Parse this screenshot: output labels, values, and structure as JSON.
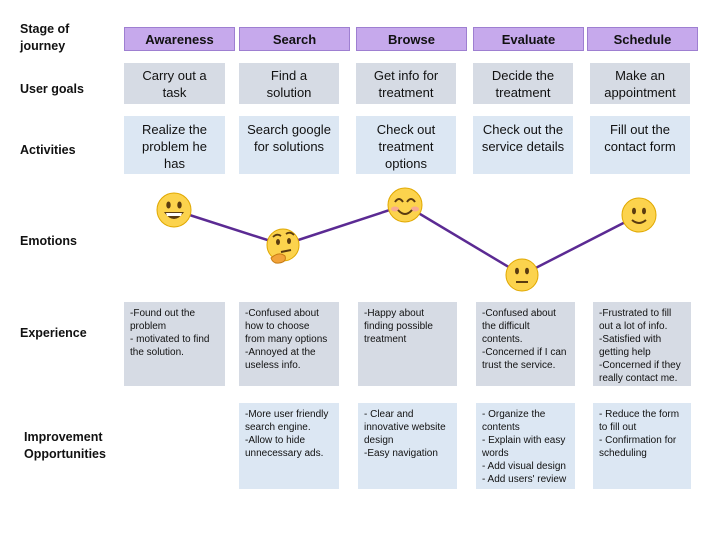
{
  "row_labels": {
    "stage": [
      "Stage of",
      "journey"
    ],
    "goals": "User goals",
    "activities": "Activities",
    "emotions": "Emotions",
    "experience": "Experience",
    "improvement": [
      "Improvement",
      "Opportunities"
    ]
  },
  "stages": [
    {
      "name": "Awareness",
      "goal": "Carry out a task",
      "activity": "Realize the problem he has",
      "emotion": "grinning-face",
      "experience": [
        "-Found out the",
        "problem",
        "- motivated to find",
        "the solution."
      ],
      "improvement": []
    },
    {
      "name": "Search",
      "goal": "Find a solution",
      "activity": "Search google for solutions",
      "emotion": "thinking-face",
      "experience": [
        "-Confused about",
        "how to choose",
        "from many options",
        "-Annoyed at the",
        "useless info."
      ],
      "improvement": [
        "-More user friendly",
        "search engine.",
        "-Allow to hide",
        "unnecessary ads."
      ]
    },
    {
      "name": "Browse",
      "goal": "Get info for treatment",
      "activity": "Check out treatment options",
      "emotion": "smiling-face-with-smiling-eyes",
      "experience": [
        "-Happy about",
        "finding possible",
        "treatment"
      ],
      "improvement": [
        "- Clear and",
        "innovative website",
        "design",
        "-Easy navigation"
      ]
    },
    {
      "name": "Evaluate",
      "goal": "Decide the treatment",
      "activity": "Check out the service details",
      "emotion": "neutral-face",
      "experience": [
        "-Confused about",
        "the difficult",
        "contents.",
        "-Concerned if I can",
        "trust the service."
      ],
      "improvement": [
        "- Organize the",
        "contents",
        "- Explain with easy",
        "words",
        "- Add visual design",
        "- Add users' review"
      ]
    },
    {
      "name": "Schedule",
      "goal": "Make an appointment",
      "activity": "Fill out the contact form",
      "emotion": "slightly-smiling-face",
      "experience": [
        "-Frustrated to fill",
        "out a lot of info.",
        "-Satisfied with",
        "getting help",
        "-Concerned if they",
        "really contact me."
      ],
      "improvement": [
        "- Reduce the form",
        "to fill out",
        "- Confirmation for",
        "scheduling"
      ]
    }
  ],
  "emotion_levels": [
    0.8,
    0.45,
    0.85,
    0.15,
    0.75
  ],
  "colors": {
    "stage_fill": "#c6a9ec",
    "goal_fill": "#d6dbe4",
    "activity_fill": "#dce7f3",
    "emotion_line": "#5b2a93",
    "emoji_fill": "#fcd34d"
  }
}
